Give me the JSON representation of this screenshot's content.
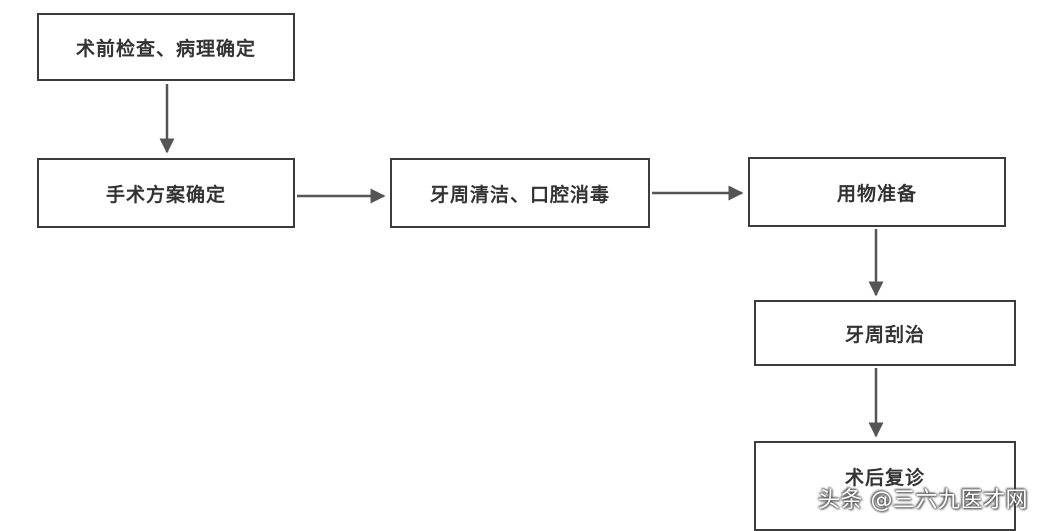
{
  "nodes": {
    "preop": "术前检查、病理确定",
    "plan": "手术方案确定",
    "cleaning": "牙周清洁、口腔消毒",
    "supplies": "用物准备",
    "scaling": "牙周刮治",
    "followup": "术后复诊"
  },
  "watermark": "头条 @三六九医才网",
  "colors": {
    "stroke": "#3c3c3c",
    "text": "#333333"
  }
}
